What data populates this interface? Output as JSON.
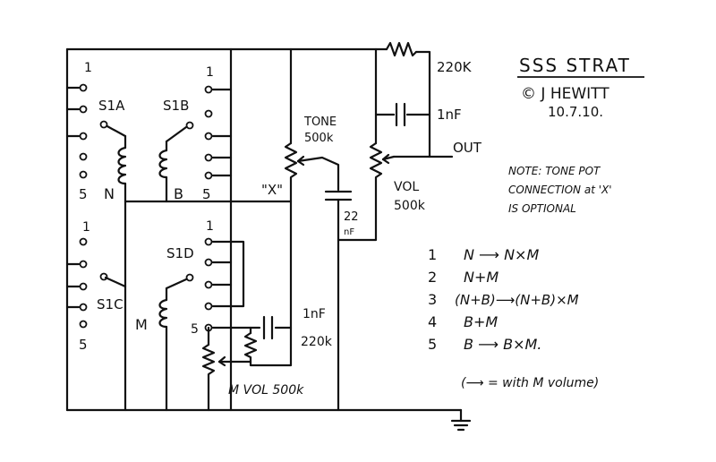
{
  "title": "SSS STRAT",
  "credit": "© J HEWITT",
  "date": "10.7.10.",
  "output_label": "OUT",
  "components": {
    "r220k": "220K",
    "c1nf_top": "1nF",
    "tone_label": "TONE",
    "tone_value": "500k",
    "x_label": "\"X\"",
    "vol_label": "VOL",
    "vol_value": "500k",
    "cap22_a": "22",
    "cap22_b": "nF",
    "c1nf_mid": "1nF",
    "r220k_mid": "220k",
    "mvol": "M VOL 500k"
  },
  "switch_labels": {
    "s1a": "S1A",
    "s1b": "S1B",
    "s1c": "S1C",
    "s1d": "S1D",
    "pos1_a": "1",
    "pos1_b": "1",
    "pos1_c": "1",
    "pos1_d": "1",
    "pos5_a": "5",
    "pos5_b": "5",
    "pos5_c": "5",
    "pos5_d": "5"
  },
  "pickups": {
    "neck": "N",
    "bridge": "B",
    "middle": "M"
  },
  "note": {
    "line1": "NOTE: TONE POT",
    "line2": "CONNECTION at 'X'",
    "line3": "IS OPTIONAL"
  },
  "positions": [
    {
      "num": "1",
      "text": "N ⟶ N×M"
    },
    {
      "num": "2",
      "text": "N+M"
    },
    {
      "num": "3",
      "text": "(N+B)⟶(N+B)×M"
    },
    {
      "num": "4",
      "text": "B+M"
    },
    {
      "num": "5",
      "text": "B ⟶ B×M."
    }
  ],
  "legend": "(⟶ = with M volume)"
}
